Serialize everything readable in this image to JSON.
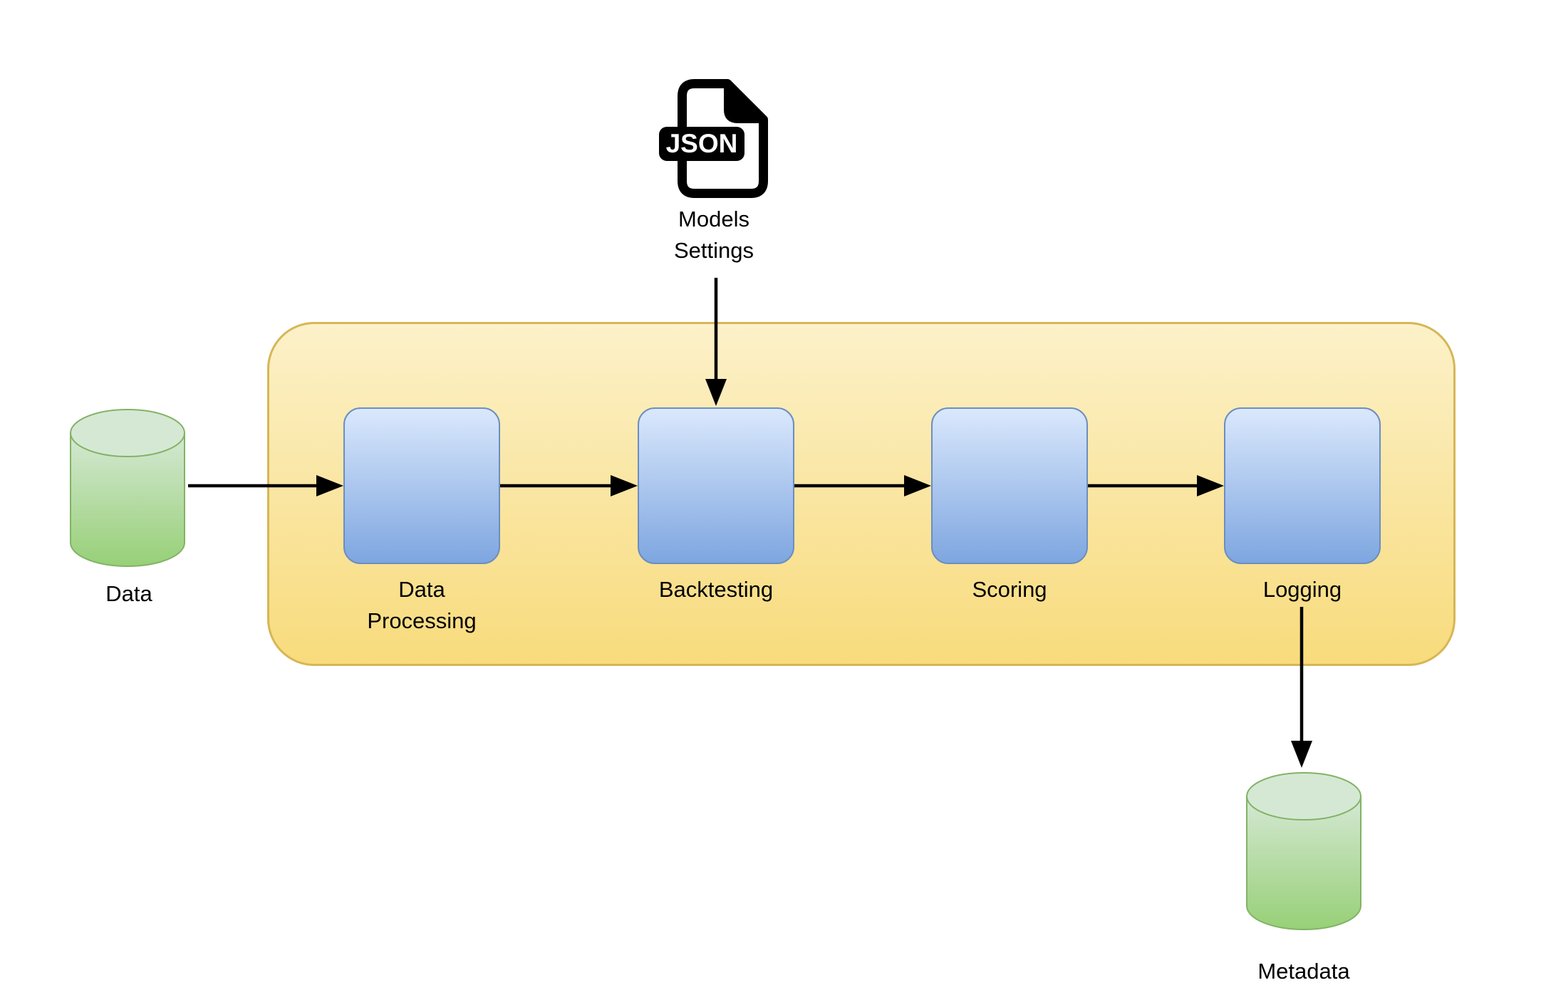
{
  "diagram": {
    "config_file": {
      "badge_text": "JSON",
      "label": "Models Settings"
    },
    "input_datastore": {
      "label": "Data"
    },
    "output_datastore": {
      "label": "Metadata"
    },
    "pipeline": {
      "stages": [
        {
          "label": "Data Processing"
        },
        {
          "label": "Backtesting"
        },
        {
          "label": "Scoring"
        },
        {
          "label": "Logging"
        }
      ]
    }
  },
  "colors": {
    "canvas-bg": "#ffffff",
    "container-fill-top": "#fcf1c9",
    "container-fill-bottom": "#f8db7c",
    "container-border": "#d6b656",
    "stage-fill-top": "#dae8fc",
    "stage-fill-bottom": "#7ea6e0",
    "stage-border": "#6c8ebf",
    "datastore-fill-top": "#d5e8d4",
    "datastore-fill-bottom": "#97d077",
    "datastore-border": "#82b366",
    "arrow-color": "#000000",
    "icon-color": "#000000",
    "label-color": "#000000"
  }
}
